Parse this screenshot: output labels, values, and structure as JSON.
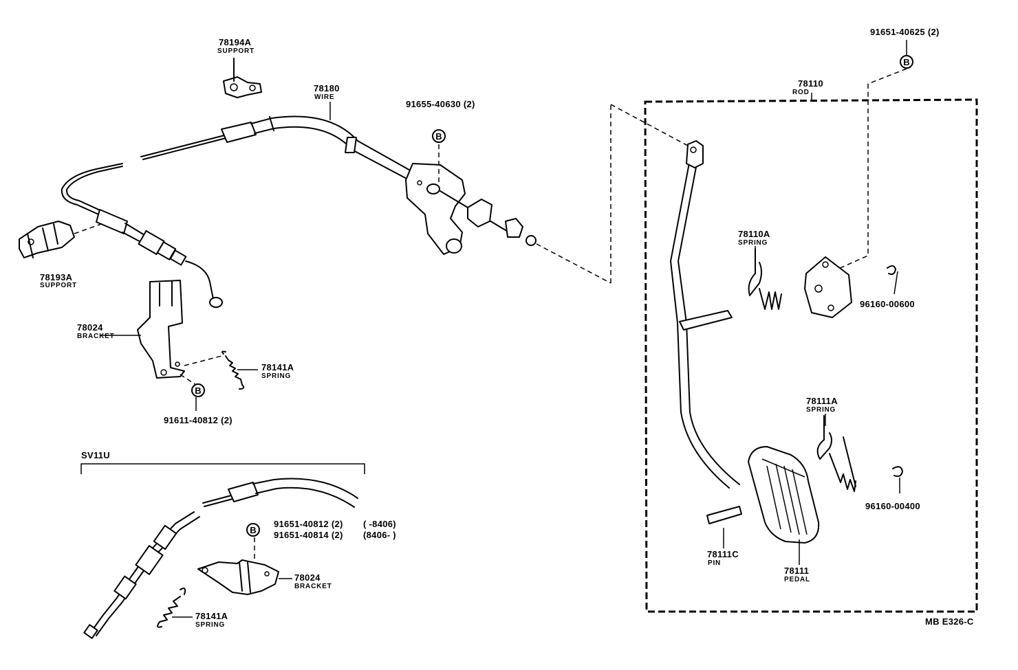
{
  "parts": {
    "p78194A": {
      "number": "78194A",
      "name": "SUPPORT"
    },
    "p78180": {
      "number": "78180",
      "name": "WIRE"
    },
    "p91655": {
      "number": "91655-40630 (2)"
    },
    "p91651_625": {
      "number": "91651-40625 (2)"
    },
    "p78110": {
      "number": "78110",
      "name": "ROD"
    },
    "p78193A": {
      "number": "78193A",
      "name": "SUPPORT"
    },
    "p78024": {
      "number": "78024",
      "name": "BRACKET"
    },
    "p78141A": {
      "number": "78141A",
      "name": "SPRING"
    },
    "p91611": {
      "number": "91611-40812 (2)"
    },
    "p78110A": {
      "number": "78110A",
      "name": "SPRING"
    },
    "p96160_600": {
      "number": "96160-00600"
    },
    "p78111A": {
      "number": "78111A",
      "name": "SPRING"
    },
    "p96160_400": {
      "number": "96160-00400"
    },
    "p78111C": {
      "number": "78111C",
      "name": "PIN"
    },
    "p78111": {
      "number": "78111",
      "name": "PEDAL"
    },
    "sv_78024": {
      "number": "78024",
      "name": "BRACKET"
    },
    "sv_78141A": {
      "number": "78141A",
      "name": "SPRING"
    },
    "sv_91651_812": {
      "number": "91651-40812 (2)",
      "range": "(        -8406)"
    },
    "sv_91651_814": {
      "number": "91651-40814 (2)",
      "range": "(8406-        )"
    }
  },
  "marker": "B",
  "section_label": "SV11U",
  "diagram_code": "MB E326-C"
}
